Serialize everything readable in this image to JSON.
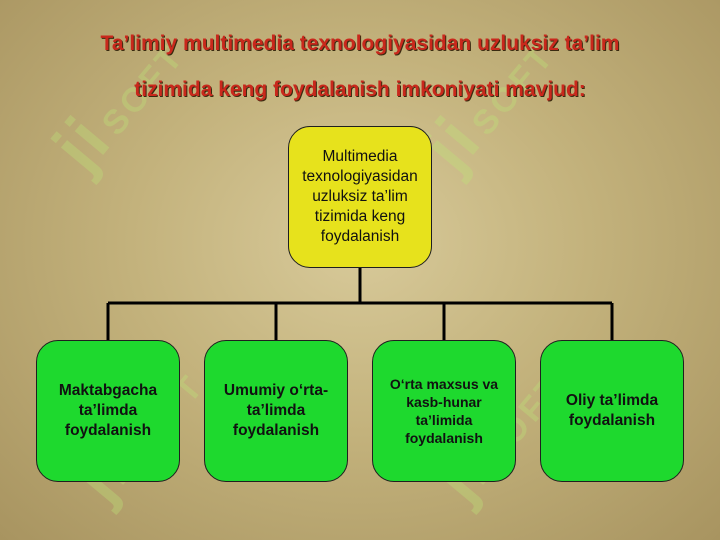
{
  "title": {
    "line1": "Ta’limiy multimedia texnologiyasidan uzluksiz ta’lim",
    "line2": "tizimida keng foydalanish imkoniyati mavjud:"
  },
  "root": {
    "text": "Multimedia texnologiyasidan uzluksiz ta’lim tizimida keng foydalanish"
  },
  "children": [
    {
      "text": "Maktabgacha ta’limda foydalanish"
    },
    {
      "text": "Umumiy o‘rta-ta’limda foydalanish"
    },
    {
      "text": "O‘rta maxsus va kasb-hunar ta’limida foydalanish"
    },
    {
      "text": "Oliy ta’limda foydalanish"
    }
  ],
  "watermark": {
    "text": "SOFT",
    "logo": "ji"
  },
  "colors": {
    "title": "#c9281c",
    "root_fill": "#e7e21c",
    "child_fill": "#1ed92e",
    "connector": "#000000"
  }
}
